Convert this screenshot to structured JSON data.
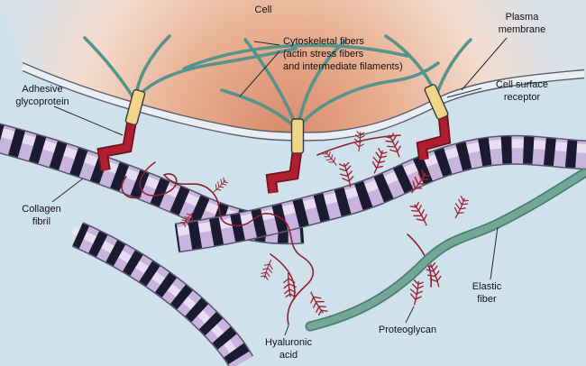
{
  "figure": {
    "labels": {
      "cell": "Cell",
      "plasma_membrane": "Plasma\nmembrane",
      "cytoskeletal_fibers": "Cytoskeletal fibers\n(actin stress fibers\nand intermediate filaments)",
      "adhesive_glycoprotein": "Adhesive\nglycoprotein",
      "cell_surface_receptor": "Cell surface\nreceptor",
      "collagen_fibril": "Collagen\nfibril",
      "hyaluronic_acid": "Hyaluronic\nacid",
      "proteoglycan": "Proteoglycan",
      "elastic_fiber": "Elastic\nfiber"
    },
    "colors": {
      "background": "#cfe2ec",
      "cell_center": "#d98a6a",
      "cell_mid": "#e9b294",
      "cell_pale": "#f3dcce",
      "cell_edge": "#d7e1ea",
      "membrane_line": "#5a5f6e",
      "membrane_gap": "#e9eef5",
      "cytoskeleton": "#55948c",
      "receptor_yellow": "#f0d488",
      "receptor_outline": "#3a3a3a",
      "glycoprotein_red": "#b01f30",
      "glycoprotein_dark": "#6e1220",
      "collagen_light": "#c9b4de",
      "collagen_sheen": "#efe8f6",
      "collagen_band": "#1b1b30",
      "collagen_outline": "#55566b",
      "hyaluronic_red": "#8e1f2e",
      "proteoglycan_red": "#9e2433",
      "elastic_teal": "#74a796",
      "elastic_outline": "#4a7f74",
      "label_text": "#101018",
      "leader_line": "#2a2a2a"
    }
  }
}
